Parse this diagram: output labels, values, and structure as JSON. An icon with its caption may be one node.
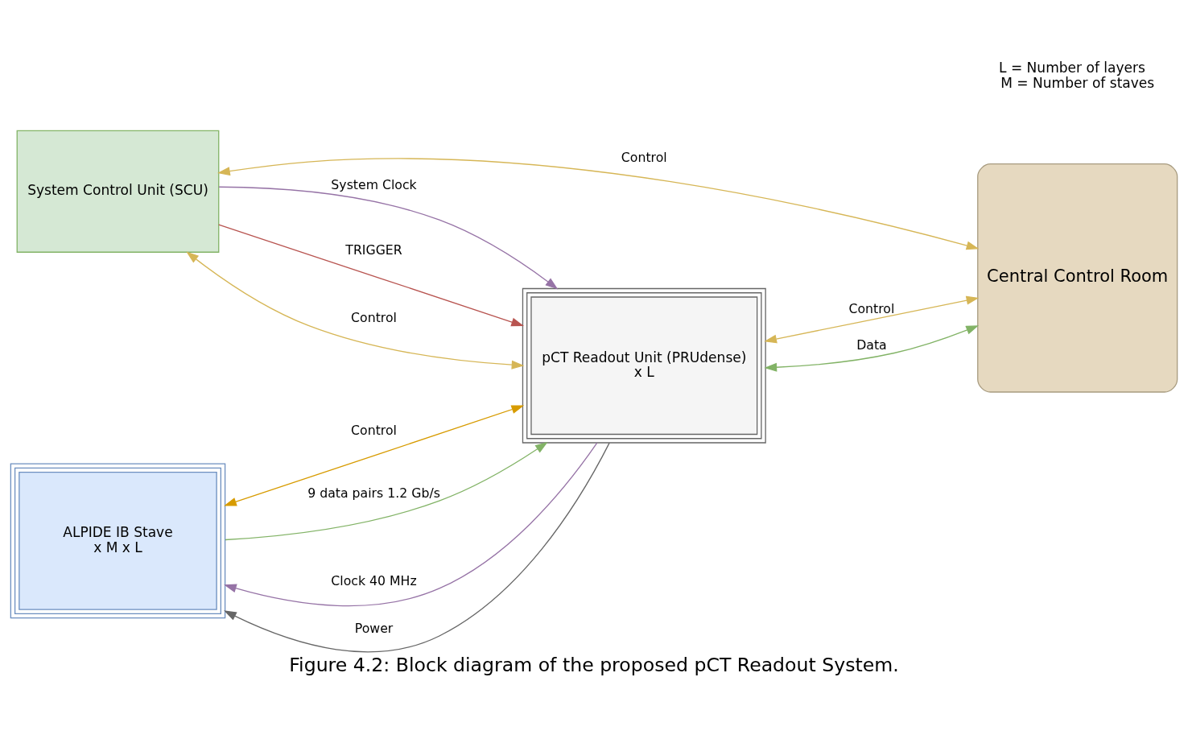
{
  "diagram": {
    "caption": "Figure 4.2: Block diagram of the proposed pCT Readout System.",
    "nodes": [
      {
        "text": [
          "System Control Unit (SCU)"
        ]
      },
      {
        "text": [
          "Central Control Room"
        ]
      },
      {
        "text": [
          "ALPIDE IB Stave",
          "x M x L"
        ]
      },
      {
        "text": [
          "pCT Readout Unit (PRUdense)",
          "x L"
        ]
      }
    ],
    "edges": [
      {
        "from": 0,
        "to": 3,
        "arrow": "to",
        "label": "System Clock",
        "color": "#9673a6"
      },
      {
        "from": 0,
        "to": 3,
        "arrow": "to",
        "label": "TRIGGER",
        "color": "#b85450"
      },
      {
        "from": 0,
        "to": 3,
        "arrow": "both",
        "label": "Control",
        "color": "#d6b656"
      },
      {
        "from": 0,
        "to": 1,
        "arrow": "both",
        "label": "Control",
        "color": "#d6b656"
      },
      {
        "from": 3,
        "to": 1,
        "arrow": "both",
        "label": "Control",
        "color": "#d6b656"
      },
      {
        "from": 3,
        "to": 1,
        "arrow": "both",
        "label": "Data",
        "color": "#82b366"
      },
      {
        "from": 3,
        "to": 2,
        "arrow": "to",
        "label": "Clock 40 MHz",
        "color": "#9673a6"
      },
      {
        "from": 2,
        "to": 3,
        "arrow": "both",
        "label": "Control",
        "color": "#d79b00"
      },
      {
        "from": 2,
        "to": 3,
        "arrow": "to",
        "label": "9 data pairs 1.2 Gb/s",
        "color": "#82b366"
      },
      {
        "from": 3,
        "to": 2,
        "arrow": "to",
        "label": "Power",
        "color": "#666666"
      }
    ],
    "labels": [
      "L = Number of layers",
      "M = Number of staves"
    ]
  }
}
